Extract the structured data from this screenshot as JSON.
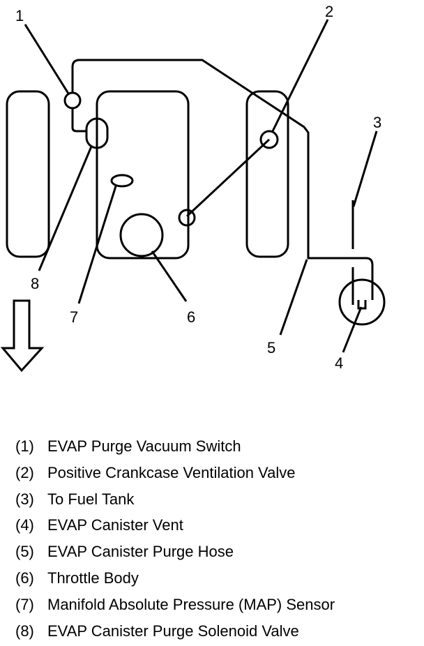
{
  "callouts": [
    "1",
    "2",
    "3",
    "4",
    "5",
    "6",
    "7",
    "8"
  ],
  "legend": [
    {
      "num": "(1)",
      "text": "EVAP Purge Vacuum Switch"
    },
    {
      "num": "(2)",
      "text": "Positive Crankcase Ventilation Valve"
    },
    {
      "num": "(3)",
      "text": "To Fuel Tank"
    },
    {
      "num": "(4)",
      "text": "EVAP Canister Vent"
    },
    {
      "num": "(5)",
      "text": "EVAP Canister Purge Hose"
    },
    {
      "num": "(6)",
      "text": "Throttle Body"
    },
    {
      "num": "(7)",
      "text": "Manifold Absolute Pressure (MAP) Sensor"
    },
    {
      "num": "(8)",
      "text": "EVAP Canister Purge Solenoid Valve"
    }
  ]
}
